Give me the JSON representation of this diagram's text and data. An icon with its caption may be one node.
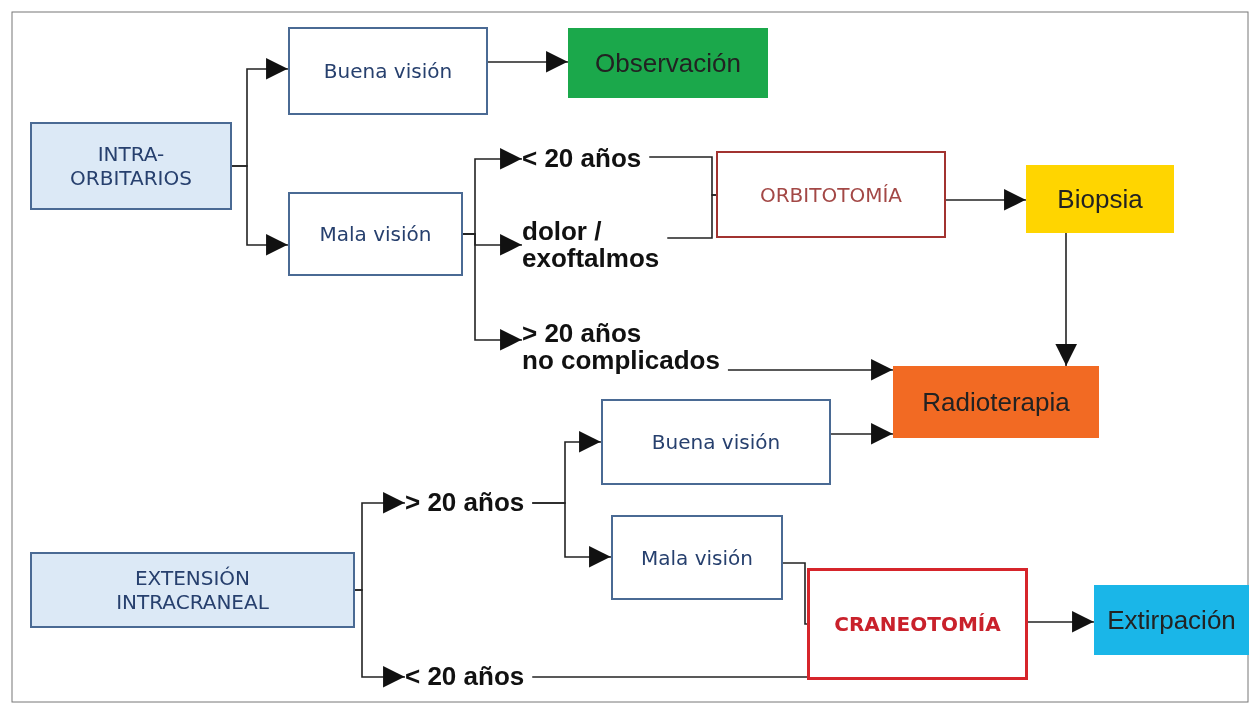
{
  "diagram": {
    "nodes": [
      {
        "text": [
          "INTRA- ORBITARIOS"
        ]
      },
      {
        "text": [
          "Buena visión"
        ]
      },
      {
        "text": [
          "Observación"
        ]
      },
      {
        "text": [
          "Mala visión"
        ]
      },
      {
        "text": [
          "< 20 años"
        ]
      },
      {
        "text": [
          "dolor / exoftalmos"
        ]
      },
      {
        "text": [
          "> 20 años no complicados"
        ]
      },
      {
        "text": [
          "ORBITOTOMÍA"
        ]
      },
      {
        "text": [
          "Biopsia"
        ]
      },
      {
        "text": [
          "Radioterapia"
        ]
      },
      {
        "text": [
          "EXTENSIÓN INTRACRANEAL"
        ]
      },
      {
        "text": [
          "> 20 años"
        ]
      },
      {
        "text": [
          "< 20 años"
        ]
      },
      {
        "text": [
          "Buena visión"
        ]
      },
      {
        "text": [
          "Mala visión"
        ]
      },
      {
        "text": [
          "CRANEOTOMÍA"
        ]
      },
      {
        "text": [
          "Extirpación"
        ]
      }
    ],
    "edges": [
      {
        "from": 0,
        "to": 1,
        "arrow": "to"
      },
      {
        "from": 0,
        "to": 3,
        "arrow": "to"
      },
      {
        "from": 1,
        "to": 2,
        "arrow": "to"
      },
      {
        "from": 3,
        "to": 4,
        "arrow": "to"
      },
      {
        "from": 3,
        "to": 5,
        "arrow": "to"
      },
      {
        "from": 3,
        "to": 6,
        "arrow": "to"
      },
      {
        "from": 4,
        "to": 7,
        "arrow": "none"
      },
      {
        "from": 5,
        "to": 7,
        "arrow": "none"
      },
      {
        "from": 7,
        "to": 8,
        "arrow": "to"
      },
      {
        "from": 8,
        "to": 9,
        "arrow": "to"
      },
      {
        "from": 6,
        "to": 9,
        "arrow": "to"
      },
      {
        "from": 10,
        "to": 11,
        "arrow": "to"
      },
      {
        "from": 10,
        "to": 12,
        "arrow": "to"
      },
      {
        "from": 11,
        "to": 13,
        "arrow": "to"
      },
      {
        "from": 11,
        "to": 14,
        "arrow": "to"
      },
      {
        "from": 13,
        "to": 9,
        "arrow": "to"
      },
      {
        "from": 14,
        "to": 15,
        "arrow": "none"
      },
      {
        "from": 12,
        "to": 15,
        "arrow": "none"
      },
      {
        "from": 15,
        "to": 16,
        "arrow": "to"
      }
    ]
  }
}
